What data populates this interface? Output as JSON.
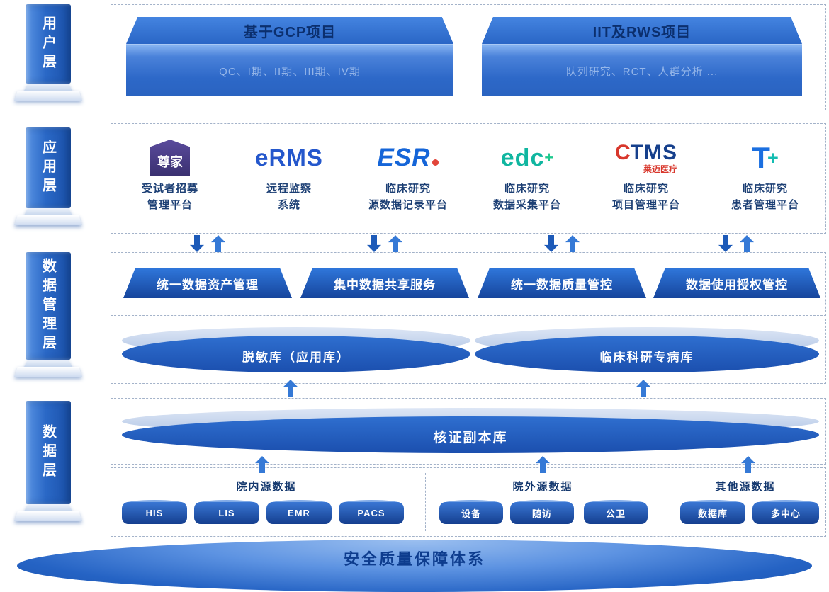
{
  "colors": {
    "primary": "#1f62c6",
    "dark": "#16459c",
    "light_rim": "#b3c7e6",
    "accent_red": "#d8372c",
    "accent_teal": "#13bdb2"
  },
  "rail": {
    "layers": [
      {
        "label": "用户层"
      },
      {
        "label": "应用层"
      },
      {
        "label": "数据管理层"
      },
      {
        "label": "数据层"
      }
    ]
  },
  "user_layer": {
    "projects": [
      {
        "title": "基于GCP项目",
        "subtitle": "QC、I期、II期、III期、IV期"
      },
      {
        "title": "IIT及RWS项目",
        "subtitle": "队列研究、RCT、人群分析 ..."
      }
    ]
  },
  "app_layer": {
    "apps": [
      {
        "logo": "尊家",
        "caption": [
          "受试者招募",
          "管理平台"
        ]
      },
      {
        "logo": "eRMS",
        "caption": [
          "远程监察",
          "系统"
        ]
      },
      {
        "logo": "ESR",
        "caption": [
          "临床研究",
          "源数据记录平台"
        ]
      },
      {
        "logo_main": "edc",
        "logo_sup": "+",
        "caption": [
          "临床研究",
          "数据采集平台"
        ]
      },
      {
        "logo_c": "C",
        "logo_rest": "TMS",
        "logo_brand": "莱迈医疗",
        "caption": [
          "临床研究",
          "项目管理平台"
        ]
      },
      {
        "logo_main": "T",
        "logo_sup": "+",
        "caption": [
          "临床研究",
          "患者管理平台"
        ]
      }
    ]
  },
  "data_mgmt_layer": {
    "services": [
      {
        "label": "统一数据资产管理"
      },
      {
        "label": "集中数据共享服务"
      },
      {
        "label": "统一数据质量管控"
      },
      {
        "label": "数据使用授权管控"
      }
    ],
    "databases": [
      {
        "label": "脱敏库（应用库）"
      },
      {
        "label": "临床科研专病库"
      }
    ]
  },
  "data_layer": {
    "core_db": "核证副本库",
    "source_groups": [
      {
        "title": "院内源数据",
        "items": [
          "HIS",
          "LIS",
          "EMR",
          "PACS"
        ]
      },
      {
        "title": "院外源数据",
        "items": [
          "设备",
          "随访",
          "公卫"
        ]
      },
      {
        "title": "其他源数据",
        "items": [
          "数据库",
          "多中心"
        ]
      }
    ]
  },
  "footer": {
    "title": "安全质量保障体系"
  }
}
